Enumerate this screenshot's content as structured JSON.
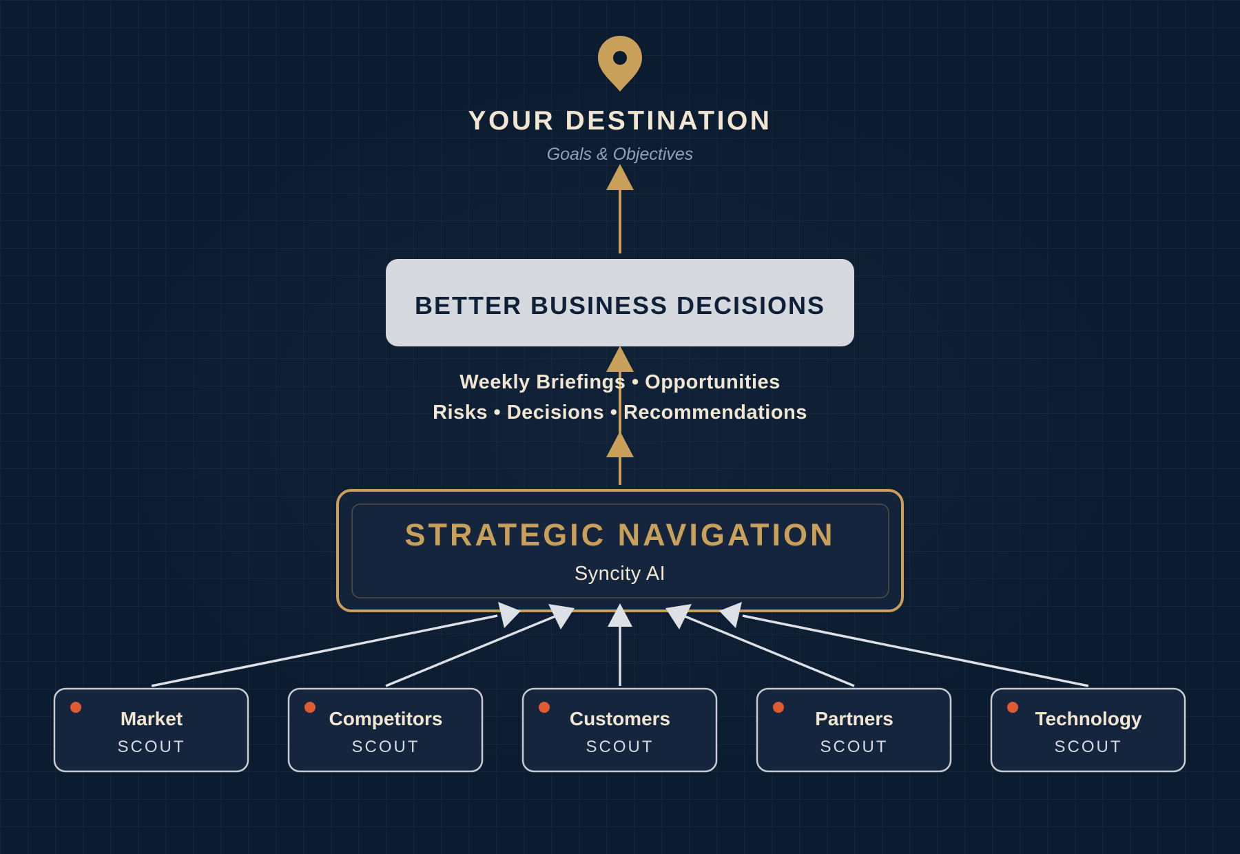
{
  "destination": {
    "title": "YOUR DESTINATION",
    "subtitle": "Goals & Objectives",
    "icon": "location-pin-icon"
  },
  "decisions": {
    "label": "BETTER BUSINESS DECISIONS"
  },
  "outputs": {
    "line1": "Weekly Briefings • Opportunities",
    "line2": "Risks • Decisions • Recommendations"
  },
  "navigation": {
    "title": "STRATEGIC NAVIGATION",
    "subtitle": "Syncity AI"
  },
  "scouts": [
    {
      "name": "Market",
      "role": "SCOUT"
    },
    {
      "name": "Competitors",
      "role": "SCOUT"
    },
    {
      "name": "Customers",
      "role": "SCOUT"
    },
    {
      "name": "Partners",
      "role": "SCOUT"
    },
    {
      "name": "Technology",
      "role": "SCOUT"
    }
  ],
  "colors": {
    "background": "#0c1c30",
    "gold": "#c9a05a",
    "cream": "#f1e6d2",
    "muted_text": "#8fa2bb",
    "navy_text": "#0f2038",
    "light_box": "#d5d9dd",
    "card_fill": "#14253d",
    "card_border": "#c8ccd2",
    "status_dot": "#e05a34",
    "connector": "#dde1e6"
  }
}
